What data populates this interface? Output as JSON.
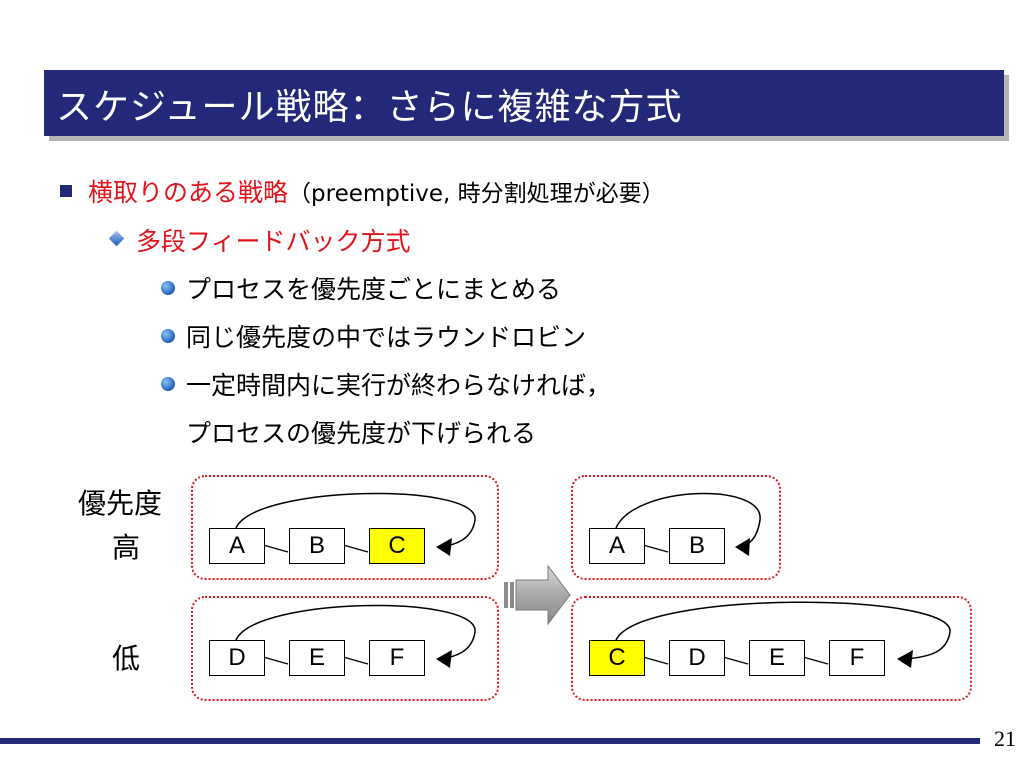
{
  "title": "スケジュール戦略：さらに複雑な方式",
  "bullets": {
    "l1_red": "横取りのある戦略",
    "l1_paren": "（preemptive, 時分割処理が必要）",
    "l2": "多段フィードバック方式",
    "l3": [
      "プロセスを優先度ごとにまとめる",
      "同じ優先度の中ではラウンドロビン",
      "一定時間内に実行が終わらなければ，",
      "プロセスの優先度が下げられる"
    ]
  },
  "diagram": {
    "label_priority": "優先度",
    "label_high": "高",
    "label_low": "低",
    "before": {
      "high": [
        "A",
        "B",
        "C"
      ],
      "low": [
        "D",
        "E",
        "F"
      ]
    },
    "after": {
      "high": [
        "A",
        "B"
      ],
      "low": [
        "C",
        "D",
        "E",
        "F"
      ]
    },
    "highlight_color": "#ffff00",
    "highlighted": [
      "C"
    ]
  },
  "page_number": "21",
  "colors": {
    "title_bg": "#232878",
    "accent_red": "#e0141c",
    "footer": "#232878"
  }
}
